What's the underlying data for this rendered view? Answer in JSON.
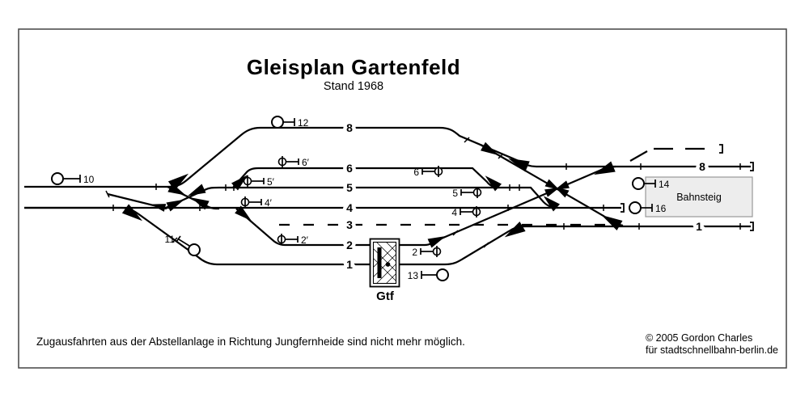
{
  "title": "Gleisplan Gartenfeld",
  "subtitle": "Stand 1968",
  "note": "Zugausfahrten aus der Abstellanlage in Richtung Jungfernheide sind nicht mehr möglich.",
  "credit": {
    "line1": "© 2005 Gordon Charles",
    "line2": "für stadtschnellbahn-berlin.de"
  },
  "station": {
    "signal_box": "Gtf",
    "platform": "Bahnsteig"
  },
  "tracks": {
    "t8": "8",
    "t6": "6",
    "t5": "5",
    "t4": "4",
    "t3": "3",
    "t2": "2",
    "t1": "1",
    "right8": "8",
    "right1": "1"
  },
  "signals": {
    "main": {
      "s10": "10",
      "s11": "11",
      "s12": "12",
      "s13": "13",
      "s14": "14",
      "s16": "16"
    },
    "dwarf_left": {
      "d2": "2′",
      "d4": "4′",
      "d5": "5′",
      "d6": "6′"
    },
    "dwarf_right": {
      "d2": "2",
      "d4": "4",
      "d5": "5",
      "d6": "6"
    }
  },
  "colors": {
    "track": "#000000",
    "platform_fill": "#ededed",
    "platform_border": "#999999",
    "frame": "#444444",
    "background": "#ffffff"
  }
}
